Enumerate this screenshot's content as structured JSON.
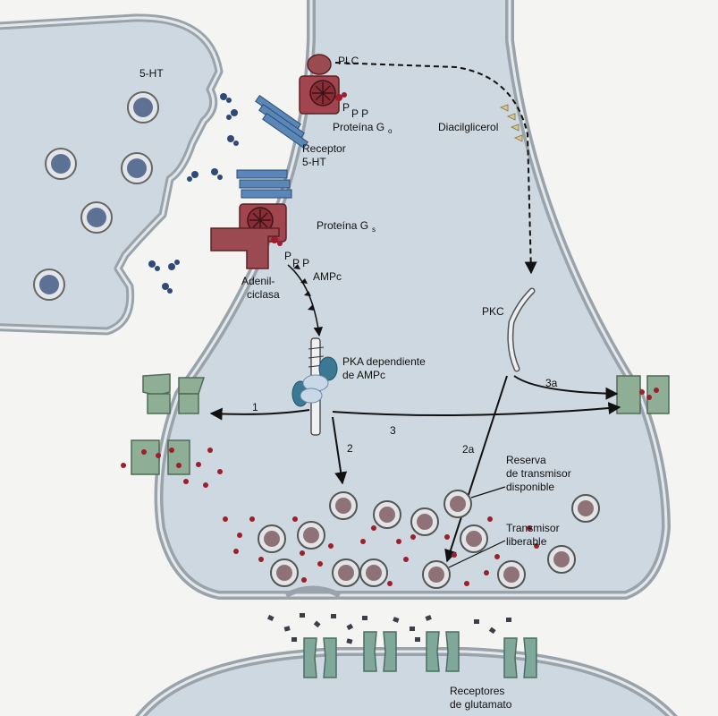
{
  "labels": {
    "serotonin": "5-HT",
    "plc": "PLC",
    "ppp_top": "P",
    "ppp_top_sub": "P P",
    "protein_go": "Proteína G",
    "protein_go_sub": "o",
    "receptor_line1": "Receptor",
    "receptor_line2": "5-HT",
    "diacylglycerol": "Diacilglicerol",
    "protein_gs": "Proteína G",
    "protein_gs_sub": "s",
    "ppp_bottom": "P",
    "ppp_bottom_sub": "P P",
    "camp": "AMPc",
    "adenylyl_line1": "Adenil-",
    "adenylyl_line2": "ciclasa",
    "pkc": "PKC",
    "pka_line1": "PKA dependiente",
    "pka_line2": "de AMPc",
    "path_1": "1",
    "path_2": "2",
    "path_2a": "2a",
    "path_3": "3",
    "path_3a": "3a",
    "reserve_line1": "Reserva",
    "reserve_line2": "de transmisor",
    "reserve_line3": "disponible",
    "releasable_line1": "Transmisor",
    "releasable_line2": "liberable",
    "receptors_line1": "Receptores",
    "receptors_line2": "de glutamato"
  },
  "colors": {
    "cytoplasm": "#cdd8e0",
    "membrane_outer": "#9aa3ab",
    "membrane_inner": "#dde3e7",
    "receptor_blue": "#5b86b8",
    "g_protein_red": "#a3454f",
    "enzyme_red": "#9b4a52",
    "channel_green": "#8fae96",
    "glutamate_receptor": "#7fa89a",
    "transmitter_dot": "#9c1f2a",
    "serotonin_molecule": "#2f4a78"
  }
}
